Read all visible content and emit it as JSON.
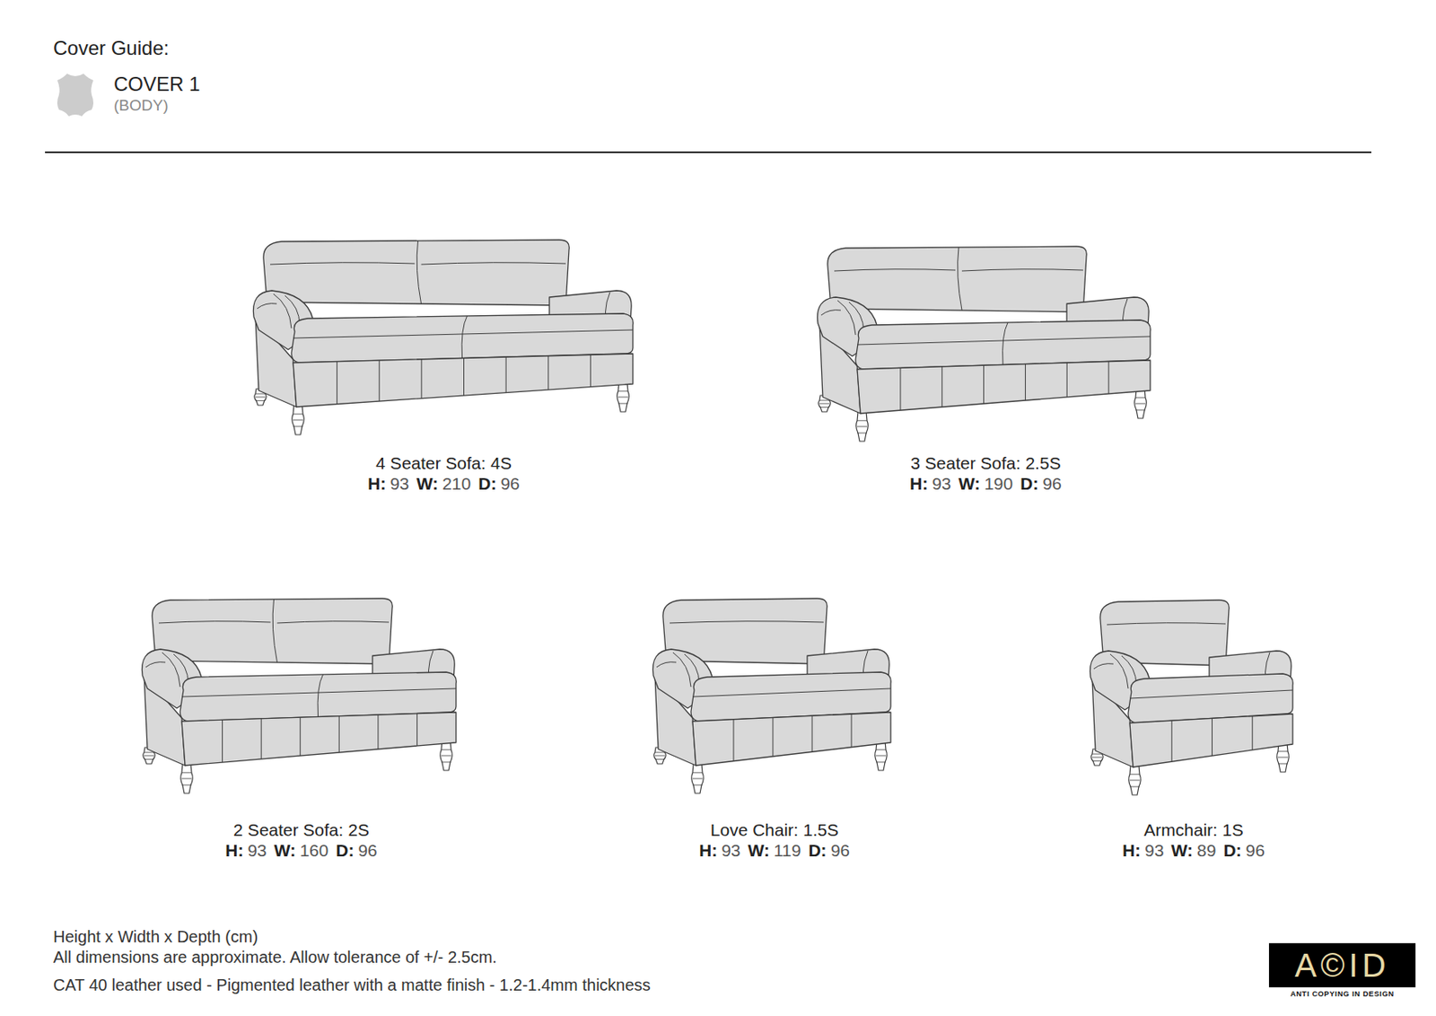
{
  "diagram": {
    "title": "Cover Guide:",
    "labels": [
      "COVER 1",
      "(BODY)",
      "4 Seater Sofa: 4S",
      "H:",
      "93",
      "W:",
      "210",
      "D:",
      "96",
      "3 Seater Sofa: 2.5S",
      "H:",
      "93",
      "W:",
      "190",
      "D:",
      "96",
      "2 Seater Sofa: 2S",
      "H:",
      "93",
      "W:",
      "160",
      "D:",
      "96",
      "Love Chair: 1.5S",
      "H:",
      "93",
      "W:",
      "119",
      "D:",
      "96",
      "Armchair: 1S",
      "H:",
      "93",
      "W:",
      "89",
      "D:",
      "96",
      "Height x Width x Depth (cm)",
      "All dimensions are approximate. Allow tolerance of +/- 2.5cm.",
      "CAT 40 leather used - Pigmented leather with a matte finish - 1.2-1.4mm thickness",
      "A©ID",
      "ANTI COPYING IN DESIGN"
    ]
  }
}
